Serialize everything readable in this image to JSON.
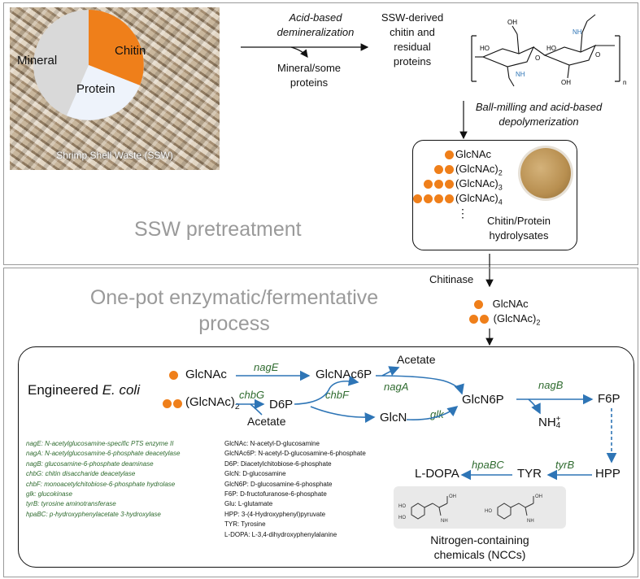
{
  "top": {
    "photo_caption": "Shrimp Shell Waste (SSW)",
    "pie_labels": {
      "chitin": "Chitin",
      "mineral": "Mineral",
      "protein": "Protein"
    },
    "step1_label_line1": "Acid-based",
    "step1_label_line2": "demineralization",
    "byproduct_line1": "Mineral/some",
    "byproduct_line2": "proteins",
    "product_line1": "SSW-derived",
    "product_line2": "chitin and",
    "product_line3": "residual",
    "product_line4": "proteins",
    "step2_label_line1": "Ball-milling and acid-based",
    "step2_label_line2": "depolymerization",
    "hydrolysate_items": [
      "GlcNAc",
      "(GlcNAc)",
      "(GlcNAc)",
      "(GlcNAc)"
    ],
    "hydrolysate_subs": [
      "",
      "2",
      "3",
      "4"
    ],
    "hydrolysate_ellipsis": "⋮",
    "hydrolysate_line1": "Chitin/Protein",
    "hydrolysate_line2": "hydrolysates",
    "section_title": "SSW pretreatment",
    "struct_n": "n",
    "struct_labels": [
      "OH",
      "HO",
      "NH",
      "O",
      "NH",
      "HO",
      "OH",
      "O"
    ]
  },
  "bottom": {
    "section_title_line1": "One-pot enzymatic/fermentative",
    "section_title_line2": "process",
    "enzyme": "Chitinase",
    "inputs": [
      "GlcNAc",
      "(GlcNAc)"
    ],
    "inputs_sub": [
      "",
      "2"
    ],
    "organism_prefix": "Engineered ",
    "organism_name": "E. coli",
    "nodes": {
      "glcnac": "GlcNAc",
      "glcnac2": "(GlcNAc)",
      "glcnac2_sub": "2",
      "glcnac6p": "GlcNAc6P",
      "acetate_top": "Acetate",
      "glcn6p": "GlcN6P",
      "f6p": "F6P",
      "d6p": "D6P",
      "acetate_mid": "Acetate",
      "glcn": "GlcN",
      "nh4": "NH",
      "nh4_sub": "4",
      "nh4_sup": "+",
      "hpp": "HPP",
      "tyr": "TYR",
      "ldopa": "L-DOPA"
    },
    "enzymes": {
      "nagE": "nagE",
      "chbG": "chbG",
      "chbF": "chbF",
      "nagA": "nagA",
      "glk": "glk",
      "nagB": "nagB",
      "tyrB": "tyrB",
      "hpaBC": "hpaBC"
    },
    "legend_enzymes": [
      {
        "k": "nagE",
        "v": ": N-acetylglucosamine-specific PTS enzyme II"
      },
      {
        "k": "nagA",
        "v": ": N-acetylglucosamine-6-phosphate deacetylase"
      },
      {
        "k": "nagB",
        "v": ": glucosamine-6-phosphate deaminase"
      },
      {
        "k": "chbG",
        "v": ": chitin disaccharide deacetylase"
      },
      {
        "k": "chbF",
        "v": ": monoacetylchitobiose-6-phosphate hydrolase"
      },
      {
        "k": "glk",
        "v": ": glucokinase"
      },
      {
        "k": "tyrB",
        "v": ": tyrosine aminotransferase"
      },
      {
        "k": "hpaBC",
        "v": ": p-hydroxyphenylacetate 3-hydroxylase"
      }
    ],
    "legend_metabolites": [
      "GlcNAc:  N-acetyl-D-glucosamine",
      "GlcNAc6P:  N-acetyl-D-glucosamine-6-phosphate",
      "D6P:  Diacetylchitobiose-6-phosphate",
      "GlcN:  D-glucosamine",
      "GlcN6P:  D-glucosamine-6-phosphate",
      "F6P:  D-fructofuranose-6-phosphate",
      "Glu:  L-glutamate",
      "HPP:  3-(4-Hydroxyphenyl)pyruvate",
      "TYR:  Tyrosine",
      "L-DOPA:  L-3,4-dihydroxyphenylalanine"
    ],
    "ncc_line1": "Nitrogen-containing",
    "ncc_line2": "chemicals (NCCs)",
    "mol_labels": [
      "OH",
      "NH",
      "HO",
      "HO",
      "OH",
      "NH",
      "HO"
    ],
    "mol_subs": [
      "",
      "2",
      "",
      "",
      "",
      "2",
      ""
    ]
  },
  "colors": {
    "accent": "#ef7f1a",
    "arrow": "#2e75b6",
    "enzyme_text": "#2f6b2f",
    "title_gray": "#9a9a9a"
  }
}
